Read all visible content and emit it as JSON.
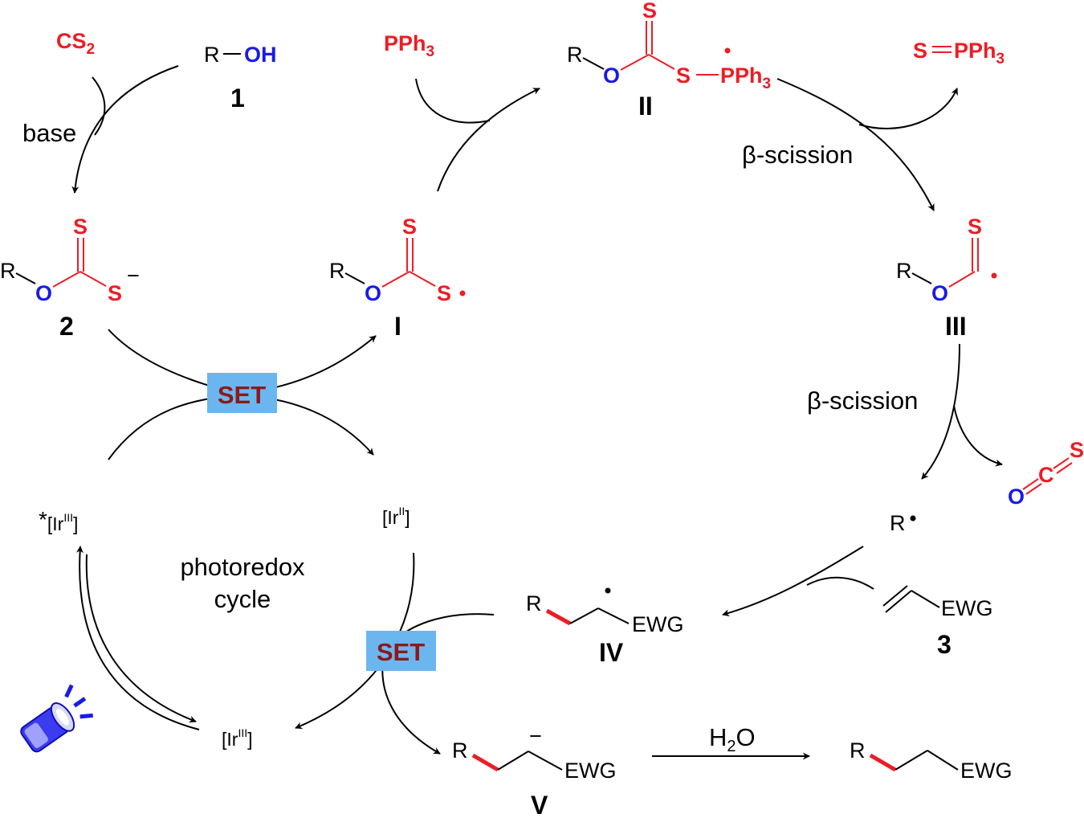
{
  "colors": {
    "black": "#000000",
    "red": "#ee1c25",
    "blue": "#1a1ae6",
    "set_box": "#6cb6f0",
    "set_text": "#8b1a1a"
  },
  "reagents": {
    "cs2_main": "CS",
    "cs2_sub": "2",
    "base": "base",
    "pph3_main": "PPh",
    "pph3_sub": "3",
    "spph3_s": "S",
    "spph3_main": "PPh",
    "spph3_sub": "3",
    "h2o_h": "H",
    "h2o_sub": "2",
    "h2o_o": "O"
  },
  "conditions": {
    "beta_scission_1": "β-scission",
    "beta_scission_2": "β-scission",
    "photoredox_1": "photoredox",
    "photoredox_2": "cycle"
  },
  "labels": {
    "c1": "1",
    "c2": "2",
    "c3": "3",
    "cI": "I",
    "cII": "II",
    "cIII": "III",
    "cIV": "IV",
    "cV": "V"
  },
  "set_boxes": [
    "SET",
    "SET"
  ],
  "iridium": {
    "excited_star": "*",
    "excited": "[Ir",
    "excited_ox": "III",
    "excited_close": "]",
    "ir2": "[Ir",
    "ir2_ox": "II",
    "ir2_close": "]",
    "ir3": "[Ir",
    "ir3_ox": "III",
    "ir3_close": "]"
  },
  "atoms": {
    "R": "R",
    "OH": "OH",
    "O": "O",
    "S": "S",
    "C": "C",
    "EWG": "EWG",
    "minus": "−",
    "PPh": "PPh",
    "sub3": "3"
  },
  "icons": [
    "lamp-icon"
  ]
}
